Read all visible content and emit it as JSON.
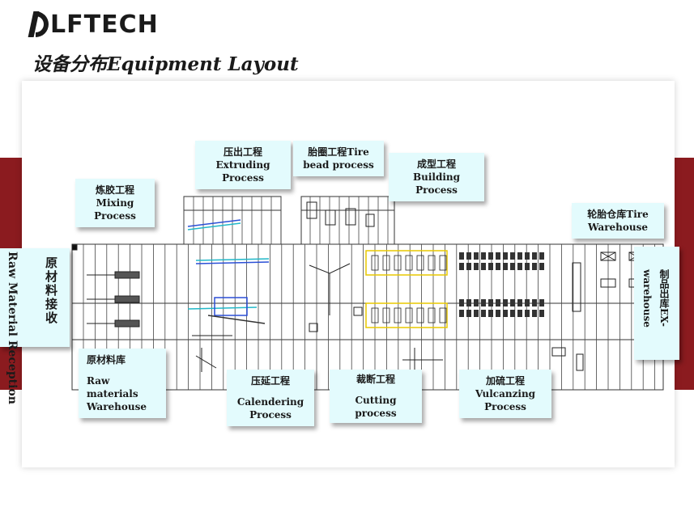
{
  "header": {
    "logo_text": "LFTECH",
    "title": "设备分布Equipment Layout"
  },
  "labels": {
    "mixing": {
      "cn": "炼胶工程",
      "en1": "Mixing",
      "en2": "Process"
    },
    "extruding": {
      "cn": "压出工程",
      "en1": "Extruding",
      "en2": "Process"
    },
    "bead": {
      "line1": "胎圈工程Tire",
      "line2": "bead  process"
    },
    "building": {
      "cn": "成型工程",
      "en1": "Building",
      "en2": "Process"
    },
    "tire_wh": {
      "line1": "轮胎仓库Tire",
      "line2": "Warehouse"
    },
    "raw_reception": {
      "cn": "原材料接收",
      "en": "Raw Material Reception"
    },
    "raw_wh": {
      "cn": "原材料库",
      "en1": "Raw",
      "en2": "materials",
      "en3": "Warehouse"
    },
    "calendering": {
      "cn": "压延工程",
      "en1": "Calendering",
      "en2": "Process"
    },
    "cutting": {
      "cn": "裁断工程",
      "en1": "Cutting",
      "en2": "process"
    },
    "vulcanizing": {
      "cn": "加硫工程",
      "en1": "Vulcanzing",
      "en2": "Process"
    },
    "ex_wh": {
      "cn": "制品出库EX-",
      "en": "warehouse"
    }
  },
  "colors": {
    "accent_band": "#8b1b1f",
    "label_bg": "#e3fbfd",
    "plan_line": "#333333",
    "conveyor_yellow": "#e8c800",
    "machine_blue": "#2b4fd6",
    "machine_cyan": "#22b8c8"
  }
}
